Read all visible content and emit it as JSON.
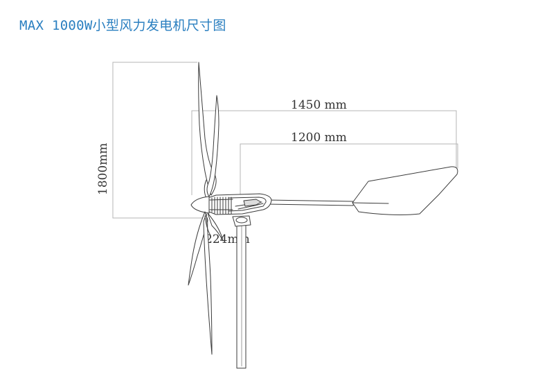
{
  "title": "MAX 1000W小型风力发电机尺寸图",
  "dimensions": {
    "height_label": "1800mm",
    "width_label": "1450 mm",
    "tail_length_label": "1200 mm",
    "blade_offset_label": "224mm"
  },
  "colors": {
    "title": "#2a7fc0",
    "dimension_lines": "#b5b5b5",
    "outline": "#3a3a3a"
  }
}
